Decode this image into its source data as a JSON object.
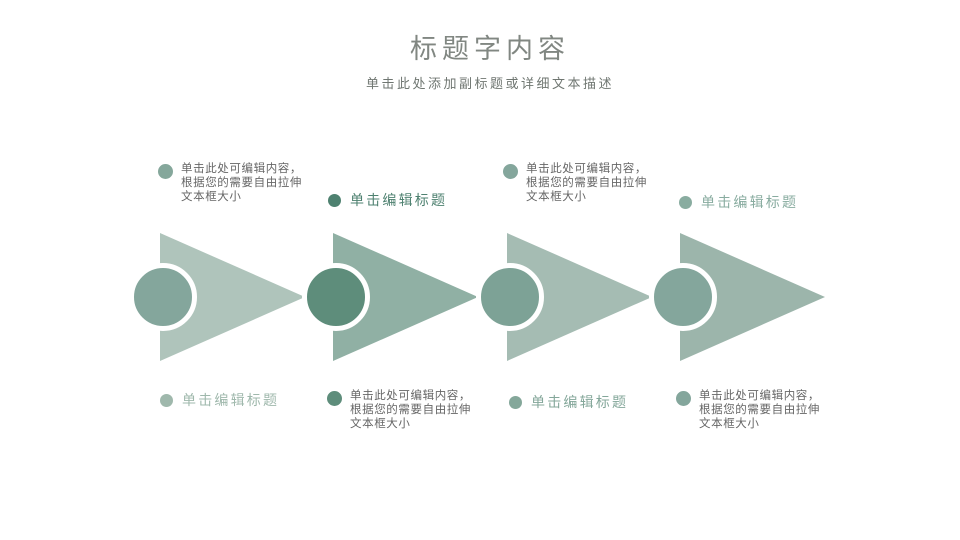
{
  "title": {
    "text": "标题字内容"
  },
  "subtitle": {
    "text": "单击此处添加副标题或详细文本描述"
  },
  "placeholders": {
    "body_lines": [
      "单击此处可编辑内容，",
      "根据您的需要自由拉伸",
      "文本框大小"
    ],
    "caption": "单击编辑标题"
  },
  "steps": [
    {
      "triangle_color": "#afc4bb",
      "circle_color": "#84a69c",
      "top": {
        "type": "body",
        "bullet_color": "#85a79b",
        "text_color": "#666666"
      },
      "bottom": {
        "type": "caption",
        "bullet_color": "#9fb8ac",
        "text_color": "#9fb8ac"
      }
    },
    {
      "triangle_color": "#90b0a4",
      "circle_color": "#5e8d7b",
      "top": {
        "type": "caption",
        "bullet_color": "#4e8170",
        "text_color": "#4e8170"
      },
      "bottom": {
        "type": "body",
        "bullet_color": "#5e8d7b",
        "text_color": "#666666"
      }
    },
    {
      "triangle_color": "#a5bcb3",
      "circle_color": "#7da296",
      "top": {
        "type": "body",
        "bullet_color": "#84a69c",
        "text_color": "#666666"
      },
      "bottom": {
        "type": "caption",
        "bullet_color": "#84a79a",
        "text_color": "#84a79a"
      }
    },
    {
      "triangle_color": "#9cb5ab",
      "circle_color": "#84a69c",
      "top": {
        "type": "caption",
        "bullet_color": "#89aca0",
        "text_color": "#89aca0"
      },
      "bottom": {
        "type": "body",
        "bullet_color": "#84a69c",
        "text_color": "#666666"
      }
    }
  ]
}
